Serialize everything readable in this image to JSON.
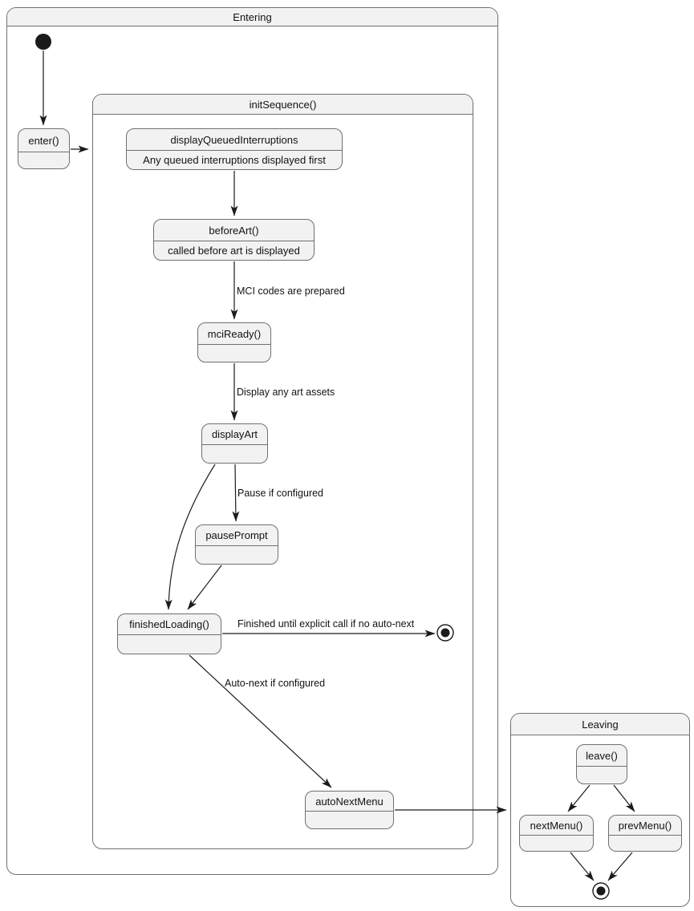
{
  "diagram": {
    "type": "uml-state-machine",
    "containers": {
      "entering": {
        "title": "Entering"
      },
      "init_sequence": {
        "title": "initSequence()"
      },
      "leaving": {
        "title": "Leaving"
      }
    },
    "states": {
      "enter": {
        "label": "enter()"
      },
      "display_queued_interruptions": {
        "label": "displayQueuedInterruptions",
        "description": "Any queued interruptions displayed first"
      },
      "before_art": {
        "label": "beforeArt()",
        "description": "called before art is displayed"
      },
      "mci_ready": {
        "label": "mciReady()"
      },
      "display_art": {
        "label": "displayArt"
      },
      "pause_prompt": {
        "label": "pausePrompt"
      },
      "finished_loading": {
        "label": "finishedLoading()"
      },
      "auto_next_menu": {
        "label": "autoNextMenu"
      },
      "leave": {
        "label": "leave()"
      },
      "next_menu": {
        "label": "nextMenu()"
      },
      "prev_menu": {
        "label": "prevMenu()"
      }
    },
    "transition_labels": {
      "mci_codes_prepared": "MCI codes are prepared",
      "display_any_art": "Display any art assets",
      "pause_if_configured": "Pause if configured",
      "finished_no_auto_next": "Finished until explicit call if no auto-next",
      "auto_next_if_configured": "Auto-next if configured"
    },
    "colors": {
      "state_fill": "#f2f2f2",
      "state_border": "#707070",
      "line": "#1b1b1b",
      "text": "#121212",
      "background": "#ffffff"
    }
  }
}
